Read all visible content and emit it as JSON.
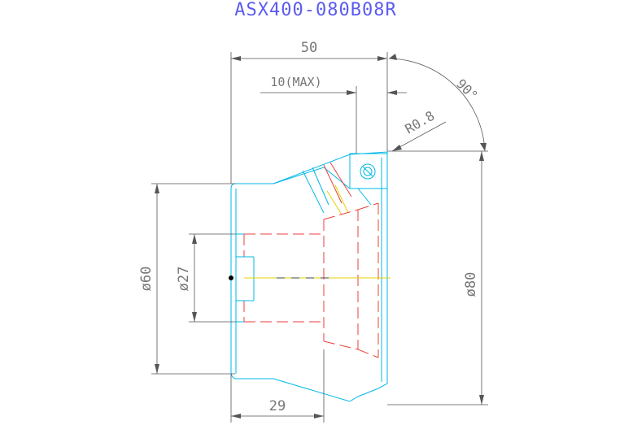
{
  "title": "ASX400-080B08R",
  "dimensions": {
    "overall_length": "50",
    "max_depth": "10(MAX)",
    "lead_angle": "90°",
    "corner_radius": "R0.8",
    "cutter_diameter": "ø80",
    "body_diameter": "ø60",
    "bore_diameter": "ø27",
    "body_length": "29"
  },
  "colors": {
    "title": "#5b5bf0",
    "dimension": "#777777",
    "outline": "#00b8e6",
    "hidden": "#e8423c",
    "centerline": "#e6d200",
    "background": "#ffffff"
  }
}
